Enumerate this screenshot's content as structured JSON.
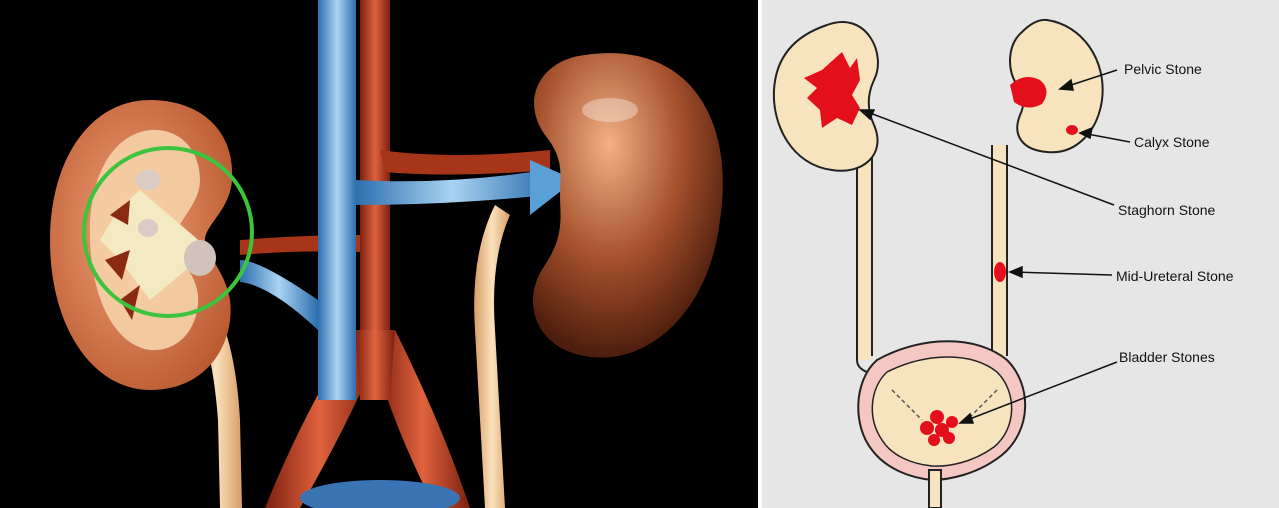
{
  "colors": {
    "background_left": "#000000",
    "background_right": "#e6e6e6",
    "kidney_tissue": "#f7e4bf",
    "stone": "#e3101c",
    "highlight_circle": "#3cc43c",
    "vein": "#5a9fd6",
    "artery": "#c23a22"
  },
  "labels": {
    "pelvic": "Pelvic Stone",
    "calyx": "Calyx Stone",
    "staghorn": "Staghorn Stone",
    "mid_ureteral": "Mid-Ureteral Stone",
    "bladder": "Bladder Stones"
  }
}
